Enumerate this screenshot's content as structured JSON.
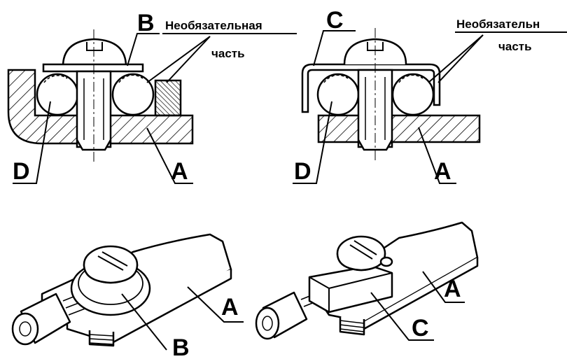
{
  "labels": {
    "tl_B": "B",
    "tl_optional_line1": "Необязательная",
    "tl_optional_line2": "часть",
    "tl_D": "D",
    "tl_A": "A",
    "tr_C": "C",
    "tr_optional_line1": "Необязательн",
    "tr_optional_line2": "часть",
    "tr_D": "D",
    "tr_A": "A",
    "bl_A": "A",
    "bl_B": "B",
    "br_A": "A",
    "br_C": "C"
  },
  "colors": {
    "ink": "#000000",
    "paper": "#ffffff"
  }
}
